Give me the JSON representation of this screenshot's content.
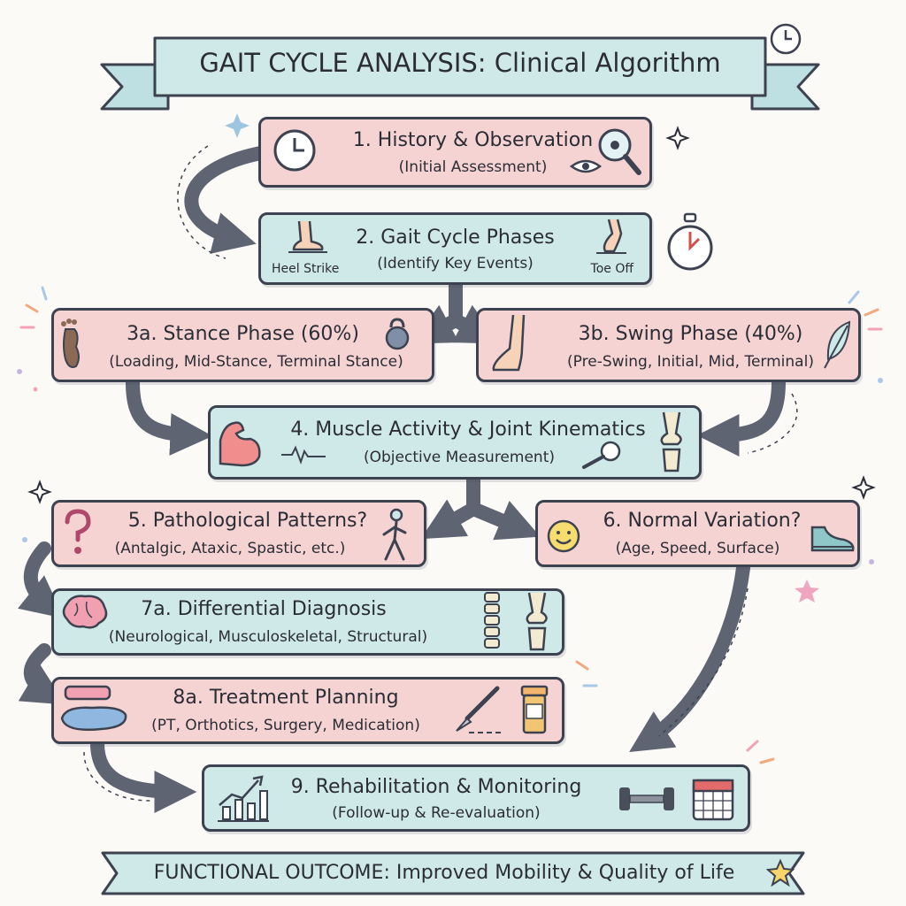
{
  "title": "GAIT CYCLE ANALYSIS: Clinical Algorithm",
  "footer": "FUNCTIONAL OUTCOME: Improved Mobility & Quality of Life",
  "colors": {
    "pink": "#f6d3d3",
    "blue": "#cfe8e8",
    "outline": "#3d4250",
    "arrow": "#5f6473"
  },
  "steps": {
    "s1": {
      "title": "1. History & Observation",
      "subtitle": "(Initial Assessment)"
    },
    "s2": {
      "title": "2. Gait Cycle Phases",
      "subtitle": "(Identify Key Events)",
      "left_label": "Heel Strike",
      "right_label": "Toe Off"
    },
    "s3a": {
      "title": "3a. Stance Phase (60%)",
      "subtitle": "(Loading, Mid-Stance, Terminal Stance)"
    },
    "s3b": {
      "title": "3b. Swing Phase (40%)",
      "subtitle": "(Pre-Swing, Initial, Mid, Terminal)"
    },
    "s4": {
      "title": "4. Muscle Activity & Joint Kinematics",
      "subtitle": "(Objective Measurement)"
    },
    "s5": {
      "title": "5. Pathological Patterns?",
      "subtitle": "(Antalgic, Ataxic, Spastic, etc.)"
    },
    "s6": {
      "title": "6. Normal Variation?",
      "subtitle": "(Age, Speed, Surface)"
    },
    "s7a": {
      "title": "7a. Differential Diagnosis",
      "subtitle": "(Neurological, Musculoskeletal, Structural)"
    },
    "s8a": {
      "title": "8a. Treatment Planning",
      "subtitle": "(PT, Orthotics, Surgery, Medication)"
    },
    "s9": {
      "title": "9. Rehabilitation & Monitoring",
      "subtitle": "(Follow-up & Re-evaluation)"
    }
  },
  "icons": [
    "clock-icon",
    "magnifier-eye-icon",
    "foot-heel-icon",
    "foot-toe-icon",
    "stopwatch-icon",
    "footprint-icon",
    "kettlebell-icon",
    "leg-swing-icon",
    "feather-icon",
    "muscle-arm-icon",
    "ecg-wave-icon",
    "goniometer-icon",
    "knee-joint-icon",
    "question-mark-icon",
    "walking-person-icon",
    "smiley-icon",
    "sneaker-icon",
    "brain-icon",
    "spine-icon",
    "joint-icon",
    "insole-icon",
    "scalpel-icon",
    "pill-bottle-icon",
    "growth-chart-icon",
    "dumbbell-icon",
    "calendar-icon",
    "star-icon"
  ]
}
